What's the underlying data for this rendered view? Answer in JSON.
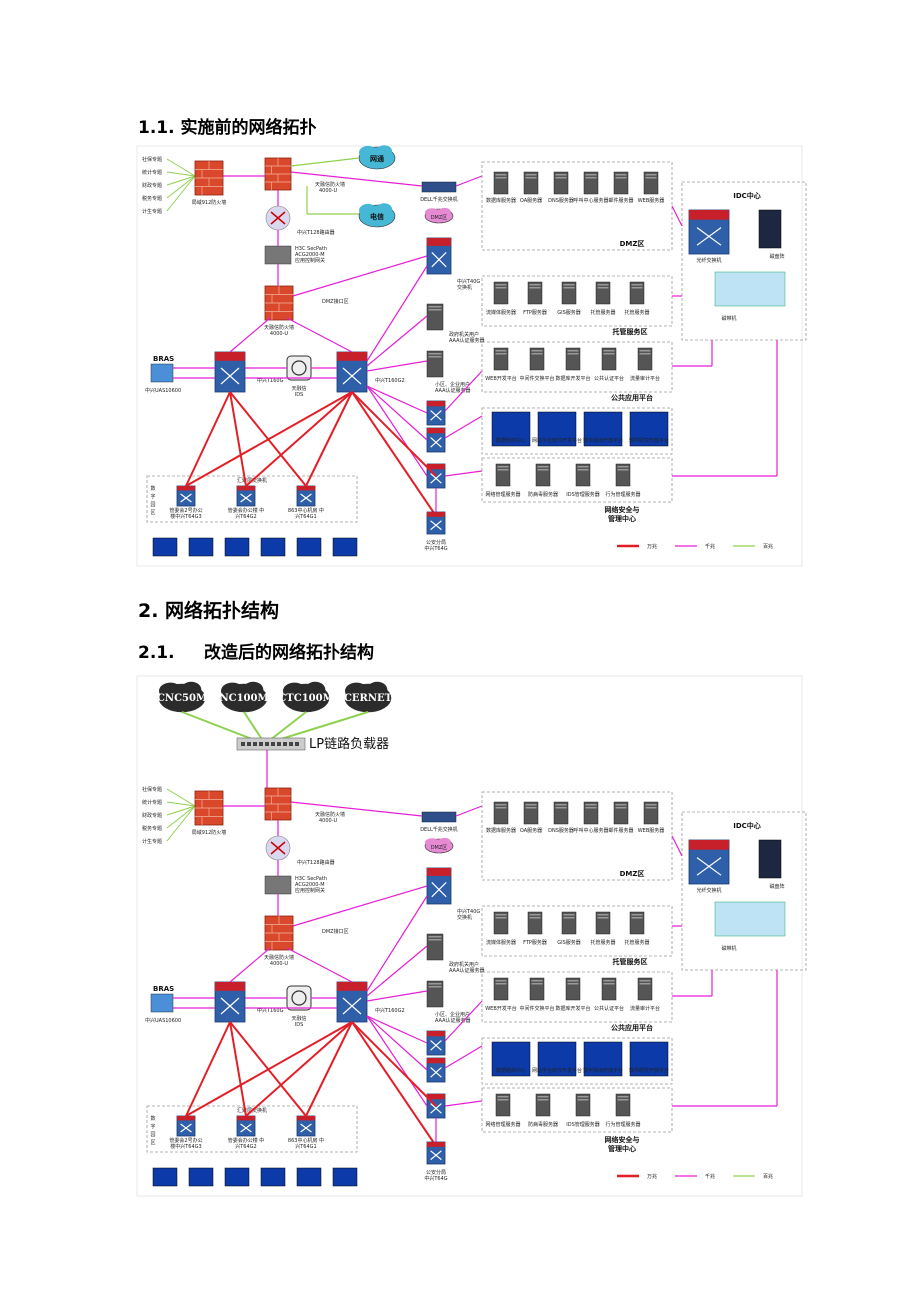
{
  "headings": {
    "h11": "1.1. 实施前的网络拓扑",
    "h2": "2.  网络拓扑结构",
    "h21_num": "2.1.",
    "h21_text": "改造后的网络拓扑结构"
  },
  "colors": {
    "trunk": "#e41e26",
    "gigabit": "#e51fd6",
    "fiber": "#8fd14f",
    "panel_border": "#9a9a9a"
  },
  "diagram": {
    "left_departments": [
      "社保专题",
      "统计专题",
      "财政专题",
      "税务专题",
      "计生专题"
    ],
    "firewall_left": "局域912防火墙",
    "firewall_top": "天融信防火墙",
    "firewall_top_model": "4000-U",
    "cloud_top": "网通",
    "cloud_second": "电信",
    "router": "中兴T128路由器",
    "acg": "H3C SecPath",
    "acg_model": "ACG2000-M",
    "acg_role": "应用控制网关",
    "dell_switch": "DELL千兆交换机",
    "dmz_cloud": "DMZ区",
    "fw_mid": "天融信防火墙",
    "fw_mid_model": "4000-U",
    "dmz_port": "DMZ接口区",
    "t40": "中兴T40G",
    "t40_role": "交换机",
    "aaa1_line1": "政府机关用户",
    "aaa1_line2": "AAA认证服务器",
    "aaa2_line1": "小区、企业用户",
    "aaa2_line2": "AAA认证服务器",
    "bras": "BRAS",
    "uas": "中兴UAS10600",
    "core1": "中兴T160G",
    "ids_line1": "天融信",
    "ids_line2": "IDS",
    "core2": "中兴T160G2",
    "dmz_servers": [
      "数据库服务器",
      "OA服务器",
      "DNS服务器",
      "呼叫中心服务器",
      "邮件服务器",
      "WEB服务器"
    ],
    "dmz_label": "DMZ区",
    "hosting_servers": [
      "流媒体服务器",
      "FTP服务器",
      "GIS服务器",
      "托管服务器",
      "托管服务器"
    ],
    "hosting_label": "托管服务区",
    "public_servers": [
      "WEB开发平台",
      "中间件交换平台",
      "数据库开发平台",
      "公共认证平台",
      "流量审计平台"
    ],
    "public_label": "公共应用平台",
    "blue_platforms": [
      "数据组织中心",
      "网站平台软件开发平台",
      "数字绿洲开放平台",
      "软件研究开放平台"
    ],
    "security_servers": [
      "网络管理服务器",
      "防病毒服务器",
      "IDS管理服务器",
      "行为管理服务器"
    ],
    "security_label_1": "网络安全与",
    "security_label_2": "管理中心",
    "idc_title": "IDC中心",
    "idc_switch": "光纤交换机",
    "idc_storage": "磁盘阵",
    "idc_backup": "磁带机",
    "aggregation_title": "汇聚层交换机",
    "digital_side": [
      "数",
      "字",
      "园",
      "区"
    ],
    "agg_switches": [
      [
        "管委会2号办公",
        "楼中兴T64G3"
      ],
      [
        "管委会办公楼 中",
        "兴T64G2"
      ],
      [
        "863中心机房 中",
        "兴T64G1"
      ]
    ],
    "public_security_1": "公安分局",
    "public_security_2": "中兴T64G",
    "legend": [
      "万兆",
      "千兆",
      "百兆"
    ],
    "after": {
      "isps": [
        "CNC50M",
        "NC100M",
        "CTC100M",
        "CERNET"
      ],
      "load_balancer": "LP链路负载器"
    }
  }
}
